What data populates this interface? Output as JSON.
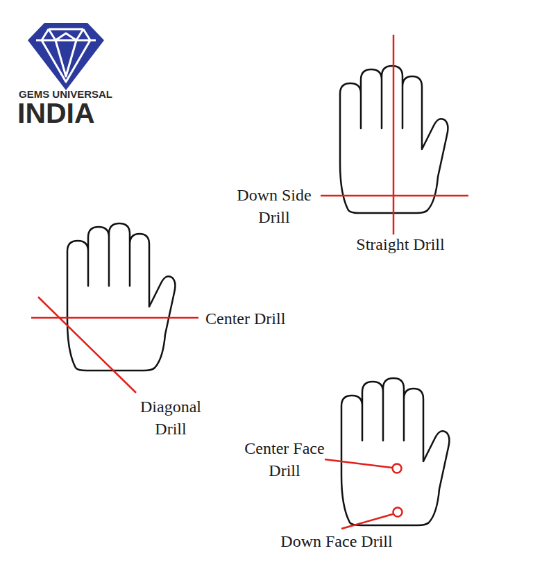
{
  "diagram": {
    "labels": [
      "GEMS UNIVERSAL",
      "INDIA",
      "Down Side Drill",
      "Straight Drill",
      "Center Drill",
      "Diagonal Drill",
      "Center Face Drill",
      "Down Face Drill"
    ]
  }
}
